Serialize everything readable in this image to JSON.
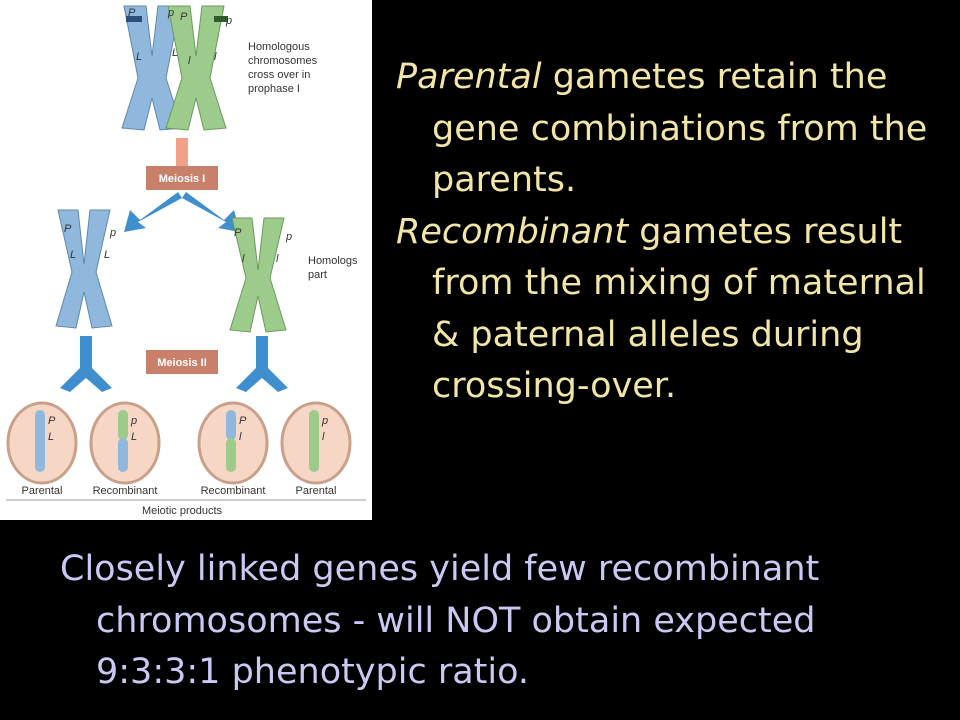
{
  "figure": {
    "label_crossover": [
      "Homologous",
      "chromosomes",
      "cross over in",
      "prophase I"
    ],
    "label_homologs": [
      "Homologs",
      "part"
    ],
    "meiosis1": "Meiosis I",
    "meiosis2": "Meiosis II",
    "allele_P": "P",
    "allele_p": "p",
    "allele_L": "L",
    "allele_l": "l",
    "products": [
      "Parental",
      "Recombinant",
      "Recombinant",
      "Parental"
    ],
    "products_caption": "Meiotic products",
    "colors": {
      "paternal_chromosome": "#8fb8dc",
      "maternal_chromosome": "#9ccb8c",
      "meiosis_box": "#c9806b",
      "arrow": "#3f8fcf",
      "cell": "#f6d6c4"
    }
  },
  "text": {
    "p1_em": "Parental",
    "p1_rest": " gametes retain the gene combinations from the parents.",
    "p2_em": "Recombinant",
    "p2_rest": " gametes result from the mixing of maternal & paternal alleles during crossing-over.",
    "bottom": "Closely linked genes yield few recombinant chromosomes - will NOT obtain expected 9:3:3:1 phenotypic ratio."
  },
  "colors": {
    "background": "#000000",
    "right_text": "#f2e6a6",
    "bottom_text": "#c9c9f4"
  }
}
